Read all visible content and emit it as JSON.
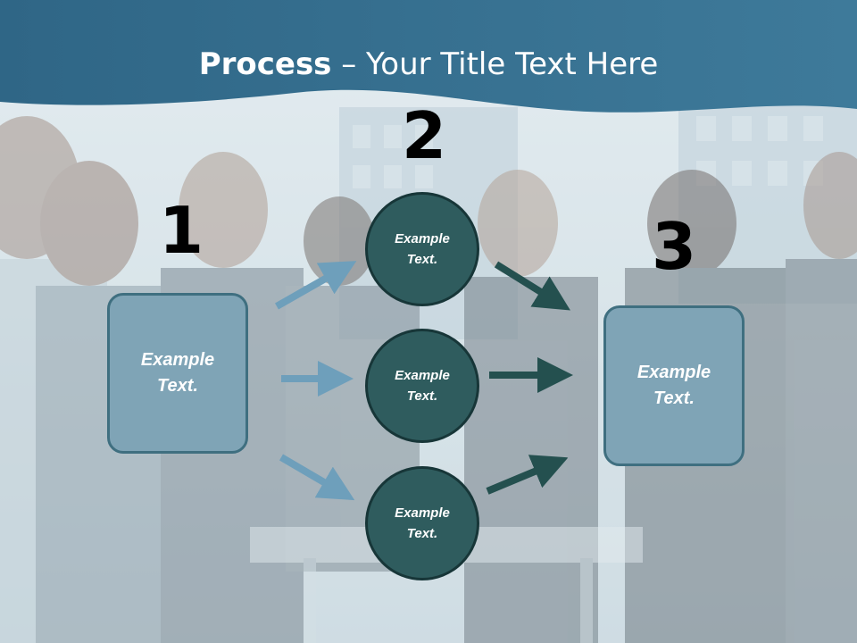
{
  "slide": {
    "title_bold": "Process",
    "title_rest": " – Your Title Text Here",
    "colors": {
      "header": "#3a7394",
      "box": "#7fa4b6",
      "circle": "#2f5c5e",
      "arrow_light": "#6e9fbb",
      "arrow_dark": "#24504f"
    }
  },
  "numbers": {
    "one": "1",
    "two": "2",
    "three": "3"
  },
  "left_box": {
    "text_line1": "Example",
    "text_line2": "Text."
  },
  "right_box": {
    "text_line1": "Example",
    "text_line2": "Text."
  },
  "circles": [
    {
      "line1": "Example",
      "line2": "Text."
    },
    {
      "line1": "Example",
      "line2": "Text."
    },
    {
      "line1": "Example",
      "line2": "Text."
    }
  ]
}
